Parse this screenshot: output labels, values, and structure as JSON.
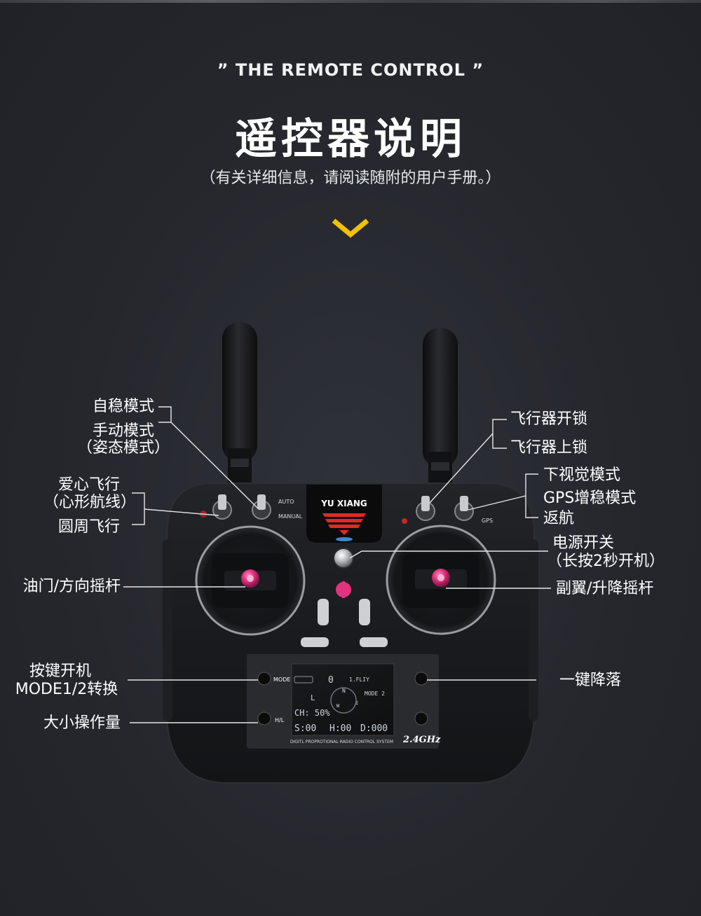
{
  "header": {
    "en_title": "” THE REMOTE CONTROL ”",
    "cn_title": "遥控器说明",
    "subtitle": "（有关详细信息，请阅读随附的用户手册。）"
  },
  "device": {
    "brand": "YU XIANG",
    "switch_labels": {
      "auto": "AUTO",
      "manual": "MANUAL",
      "gps": "GPS"
    },
    "screen": {
      "ch": "CH: 50%",
      "speed": "S:00",
      "height": "H:00",
      "distance": "D:000",
      "mode": "MODE  2",
      "digit": "0",
      "fly": "1.FLIY",
      "compass_n": "N",
      "compass_e": "E",
      "compass_w": "W",
      "left_marker": "L"
    },
    "panel_text": "DIGITL PROPROTIONAL RADIO CONTROL SYSTEM",
    "band": "2.4GHz",
    "button_labels": {
      "mode": "MODE",
      "hl": "H/L"
    }
  },
  "labels": {
    "left": {
      "self_stabilize": "自稳模式",
      "manual_mode": "手动模式",
      "attitude_mode": "（姿态模式）",
      "heart_flight": "爱心飞行",
      "heart_route": "（心形航线）",
      "circle_flight": "圆周飞行",
      "throttle_stick": "油门/方向摇杆",
      "key_power_on": "按键开机",
      "mode_switch": "MODE1/2转换",
      "rate": "大小操作量"
    },
    "right": {
      "unlock": "飞行器开锁",
      "lock": "飞行器上锁",
      "down_vision": "下视觉模式",
      "gps_mode": "GPS增稳模式",
      "return_home": "返航",
      "power_switch": "电源开关",
      "power_hint": "（长按2秒开机）",
      "aileron_stick": "副翼/升降摇杆",
      "one_key_land": "一键降落"
    }
  },
  "colors": {
    "background": "#25272d",
    "chevron": "#f2c200",
    "stick_tip": "#e2337f",
    "logo_red": "#e12a22"
  }
}
